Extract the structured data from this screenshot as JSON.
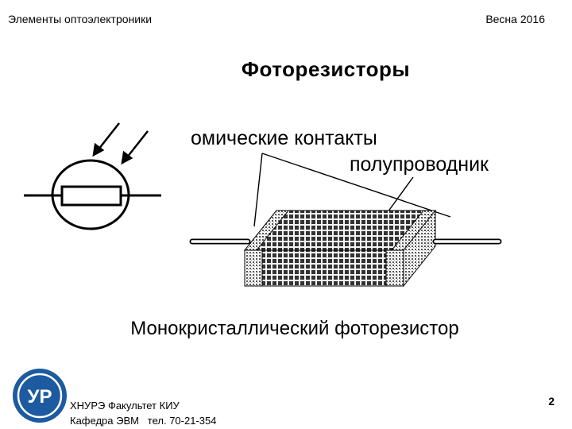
{
  "header": {
    "left": "Элементы оптоэлектроники",
    "right": "Весна 2016"
  },
  "slide": {
    "title": "Фоторезисторы",
    "labels": {
      "ohmic_contacts": "омические контакты",
      "semiconductor": "полупроводник"
    },
    "caption": "Монокристаллический фоторезистор"
  },
  "footer": {
    "line1": "ХНУРЭ Факультет КИУ",
    "line2": "Кафедра ЭВМ   тел. 70-21-354",
    "page_number": "2",
    "logo_text": "УР"
  },
  "colors": {
    "logo_blue": "#1d5aa0",
    "text": "#000000"
  }
}
